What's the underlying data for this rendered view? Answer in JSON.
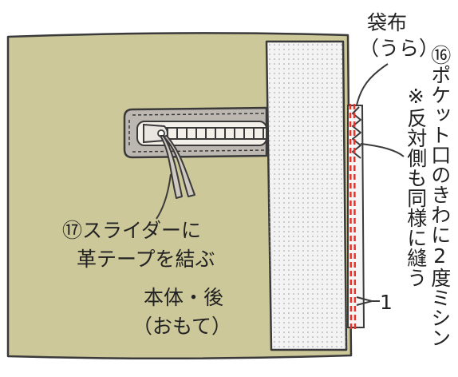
{
  "labels": {
    "bag_cloth": "袋布",
    "bag_cloth_side": "（うら）",
    "step16": "⑯ポケット口のきわに2度ミシン",
    "step16_note": "※反対側も同様に縫う",
    "step17_line1": "⑰スライダーに",
    "step17_line2": "革テープを結ぶ",
    "body_line1": "本体・後",
    "body_line2": "（おもて）",
    "dimension": "1"
  },
  "colors": {
    "body_fabric": "#cdc89a",
    "pocket_cloth": "#f2f2f2",
    "outline": "#3a3a3a",
    "stitch_red": "#e8332a",
    "zipper_frame": "#bdb7b2"
  },
  "icons": {
    "zipper": "zipper-with-leather-pull"
  }
}
